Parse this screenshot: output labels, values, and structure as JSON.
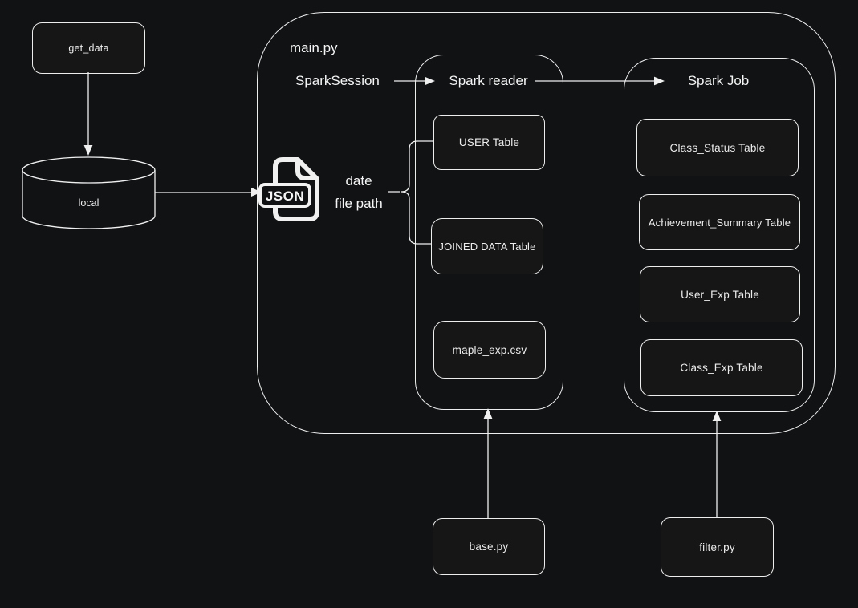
{
  "colors": {
    "background": "#111214",
    "line": "#f0f0f0",
    "border": "#ededed",
    "text": "#f2f2f2",
    "node_fill": "#161617"
  },
  "nodes": {
    "get_data": "get_data",
    "local_db": "local",
    "json_badge": "JSON",
    "base_py": "base.py",
    "filter_py": "filter.py"
  },
  "main": {
    "title": "main.py",
    "spark_session": "SparkSession",
    "date_label": {
      "line1": "date",
      "line2": "file path"
    },
    "spark_reader": {
      "title": "Spark reader",
      "items": [
        {
          "label": "USER Table"
        },
        {
          "label": "JOINED DATA Table"
        },
        {
          "label": "maple_exp.csv"
        }
      ]
    },
    "spark_job": {
      "title": "Spark Job",
      "items": [
        {
          "label": "Class_Status Table"
        },
        {
          "label": "Achievement_Summary Table"
        },
        {
          "label": "User_Exp Table"
        },
        {
          "label": "Class_Exp Table"
        }
      ]
    }
  }
}
